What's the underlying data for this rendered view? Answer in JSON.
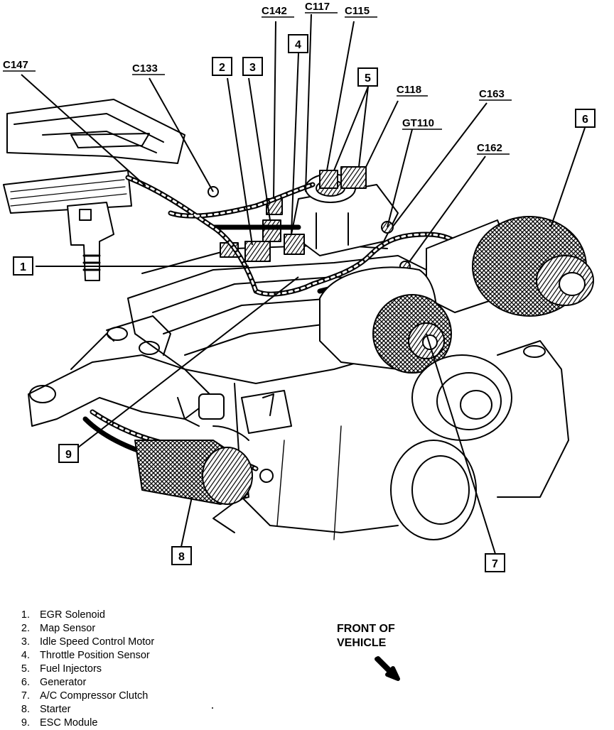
{
  "connectors": {
    "c147": "C147",
    "c133": "C133",
    "c142": "C142",
    "c117": "C117",
    "c115": "C115",
    "c118": "C118",
    "gt110": "GT110",
    "c163": "C163",
    "c162": "C162"
  },
  "callouts": {
    "n1": "1",
    "n2": "2",
    "n3": "3",
    "n4": "4",
    "n5": "5",
    "n6": "6",
    "n7": "7",
    "n8": "8",
    "n9": "9"
  },
  "legend": [
    {
      "num": "1.",
      "label": "EGR Solenoid"
    },
    {
      "num": "2.",
      "label": "Map Sensor"
    },
    {
      "num": "3.",
      "label": "Idle Speed Control Motor"
    },
    {
      "num": "4.",
      "label": "Throttle Position Sensor"
    },
    {
      "num": "5.",
      "label": "Fuel Injectors"
    },
    {
      "num": "6.",
      "label": "Generator"
    },
    {
      "num": "7.",
      "label": "A/C Compressor Clutch"
    },
    {
      "num": "8.",
      "label": "Starter"
    },
    {
      "num": "9.",
      "label": "ESC Module"
    }
  ],
  "orientation": {
    "line1": "FRONT OF",
    "line2": "VEHICLE"
  }
}
